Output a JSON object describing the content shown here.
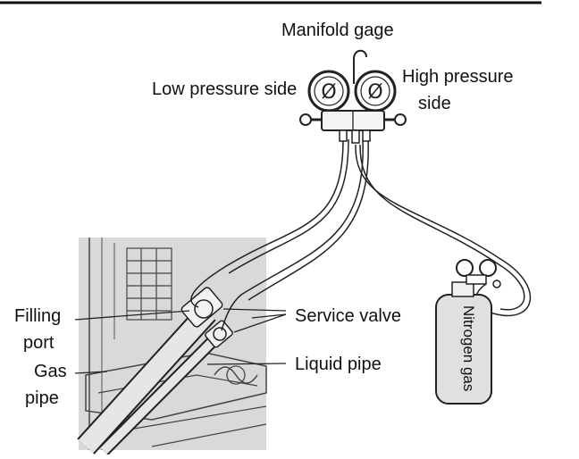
{
  "labels": {
    "manifold_gage": "Manifold gage",
    "low_pressure_side": "Low pressure side",
    "high_pressure_line1": "High pressure",
    "high_pressure_line2": "side",
    "filling_line1": "Filling",
    "filling_line2": "port",
    "gas_line1": "Gas",
    "gas_line2": "pipe",
    "service_valve": "Service valve",
    "liquid_pipe": "Liquid pipe",
    "nitrogen_gas": "Nitrogen gas",
    "gauge_symbol_left": "Ø",
    "gauge_symbol_right": "Ø"
  },
  "colors": {
    "line": "#222222",
    "unit_shading": "#d9d9d9",
    "cylinder": "#e0e0e0"
  }
}
